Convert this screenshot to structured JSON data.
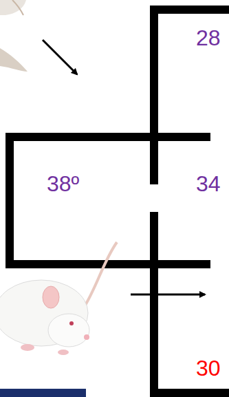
{
  "diagram": {
    "nodes": [
      {
        "text": [
          "28"
        ]
      },
      {
        "text": [
          "38º"
        ]
      },
      {
        "text": [
          "34"
        ]
      },
      {
        "text": [
          "30"
        ]
      }
    ]
  }
}
